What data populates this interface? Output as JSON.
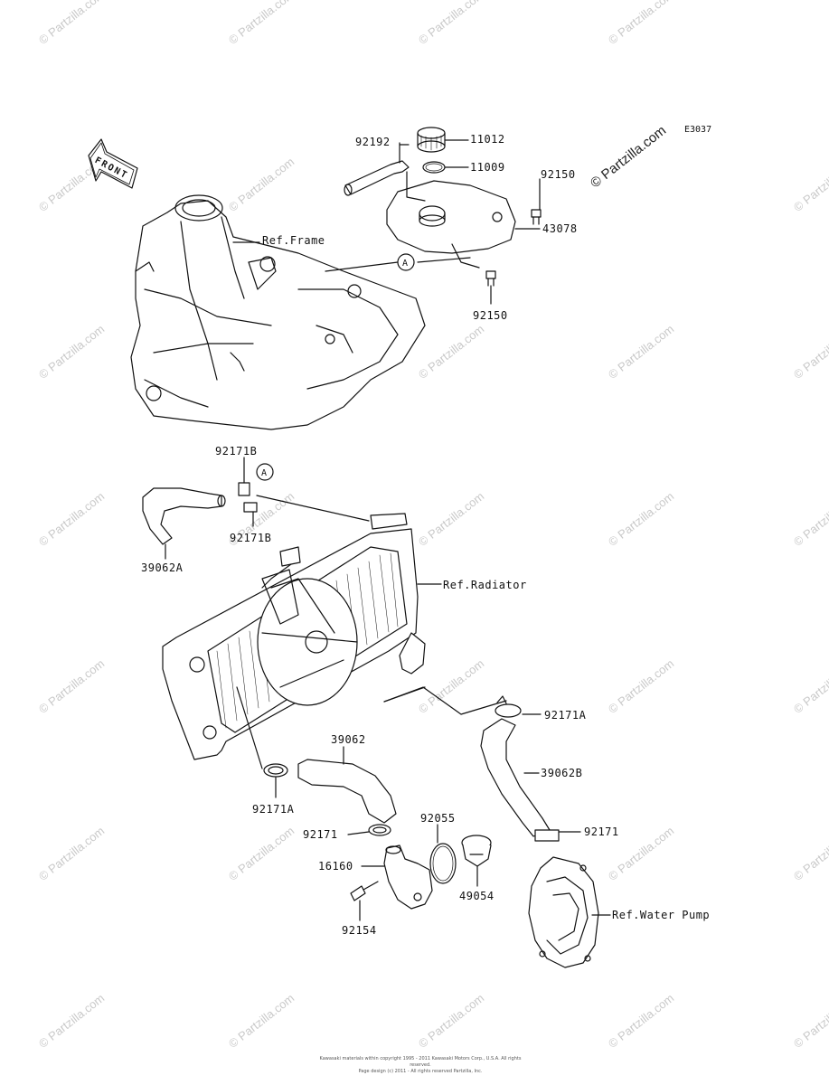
{
  "diagram_code": "E3037",
  "watermark": "© Partzilla.com",
  "front_label": "FRONT",
  "parts": {
    "p11012": "11012",
    "p11009": "11009",
    "p92192": "92192",
    "p92150_top": "92150",
    "p43078": "43078",
    "p92150_bottom": "92150",
    "p92171B_top": "92171B",
    "p92171B_bottom": "92171B",
    "p39062A": "39062A",
    "p92171A_right": "92171A",
    "p39062": "39062",
    "p39062B": "39062B",
    "p92171A_left": "92171A",
    "p92055": "92055",
    "p92171_left": "92171",
    "p92171_right": "92171",
    "p16160": "16160",
    "p49054": "49054",
    "p92154": "92154"
  },
  "references": {
    "frame": "Ref.Frame",
    "radiator": "Ref.Radiator",
    "water_pump": "Ref.Water Pump"
  },
  "callout_marker": "A",
  "copyright_line1": "Kawasaki materials within copyright 1995 - 2011 Kawasaki Motors Corp., U.S.A. All rights reserved.",
  "copyright_line2": "Page design (c) 2011 - All rights reserved Partzilla, Inc."
}
